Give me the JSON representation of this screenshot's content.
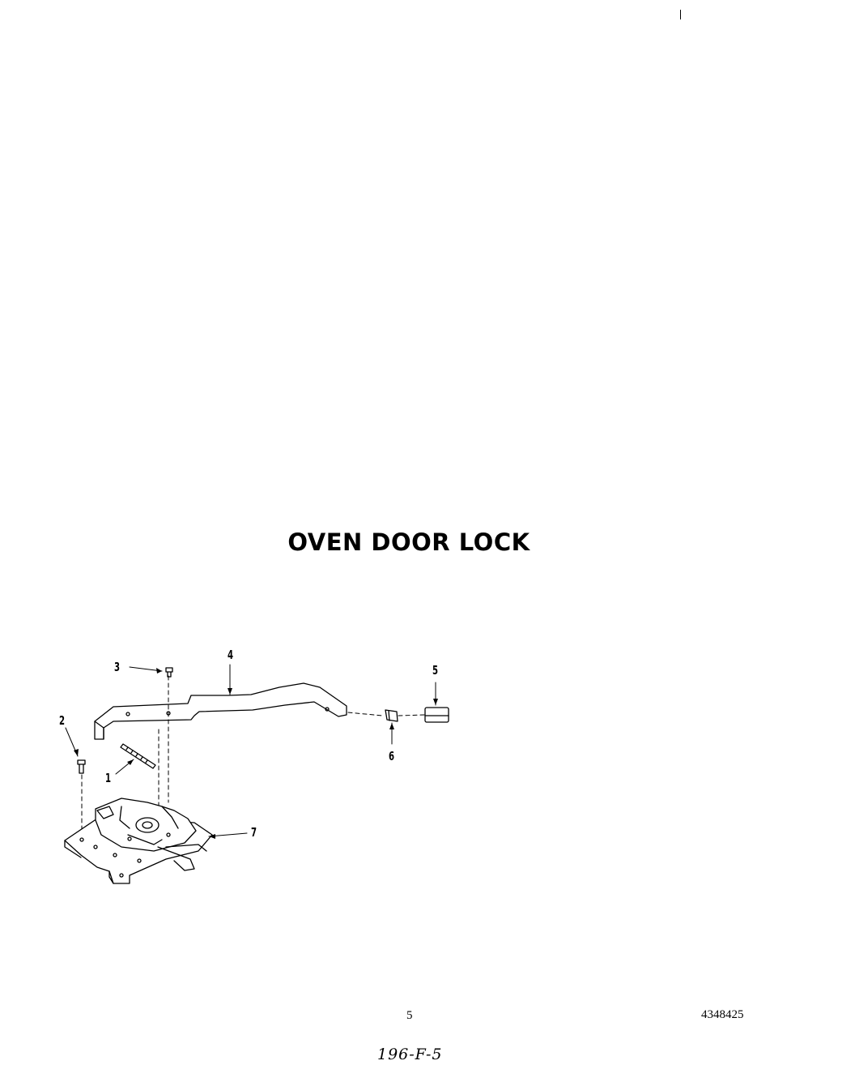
{
  "title": "OVEN DOOR LOCK",
  "callouts": {
    "c1": "1",
    "c2": "2",
    "c3": "3",
    "c4": "4",
    "c5": "5",
    "c6": "6",
    "c7": "7"
  },
  "footer": {
    "page_number": "5",
    "document_number": "4348425",
    "handwritten_note": "196-F-5"
  }
}
